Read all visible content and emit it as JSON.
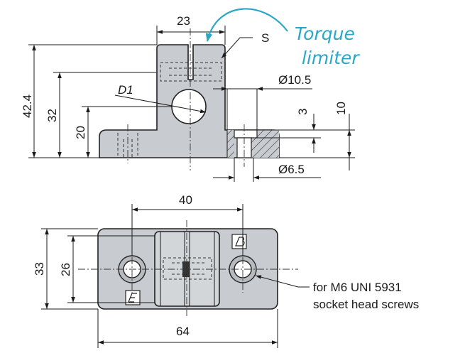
{
  "top_view": {
    "dim_width": "23",
    "label_s": "S",
    "dim_d1": "D1",
    "dim_hole": "Ø10.5",
    "dim_counterbore_depth": "3",
    "dim_base_height": "10",
    "dim_total_height": "42.4",
    "dim_axis_height": "32",
    "dim_base_top": "20",
    "dim_screw_hole": "Ø6.5",
    "torque_line1": "Torque",
    "torque_line2": "limiter"
  },
  "bottom_view": {
    "dim_hole_spacing": "40",
    "dim_depth": "33",
    "dim_inner_depth": "26",
    "dim_length": "64",
    "note_line1": "for M6 UNI 5931",
    "note_line2": "socket head screws"
  },
  "colors": {
    "part_fill": "#c8ccd0",
    "torque_accent": "#2aa7c4",
    "line": "#1a1a1a"
  },
  "icons": [
    "brand-logo-icon"
  ]
}
